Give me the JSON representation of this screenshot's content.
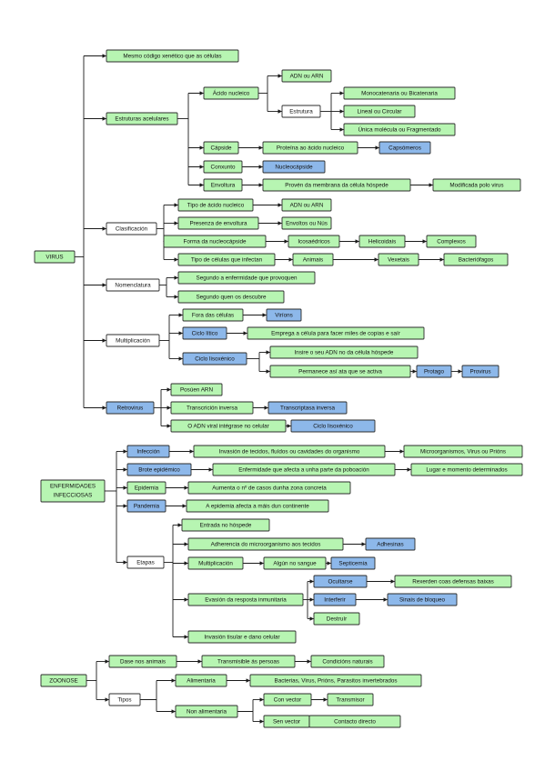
{
  "colors": {
    "green": "#b7f5b2",
    "blue": "#8db8ea",
    "white": "#ffffff",
    "line": "#1a1a1a",
    "border": "#2b2b2b"
  },
  "nodes": {
    "virus": "VIRUS",
    "mesmo_codigo": "Mesmo código xenético que as células",
    "estruturas": "Estruturas acelulares",
    "acido_nucleico": "Ácido nucleico",
    "adn_arn_1": "ADN ou ARN",
    "estrutura": "Estrutura",
    "monocatenaria": "Monocatenaria ou Bicatenaria",
    "lineal": "Lineal ou Circular",
    "unica_molecula": "Única molécula ou Fragmentado",
    "capsida": "Cápside",
    "proteina": "Proteína ao ácido nucleico",
    "capsomeros": "Capsómeros",
    "conxunto": "Conxunto",
    "nucleocapside": "Nucleocápside",
    "envoltura": "Envoltura",
    "proven_membrana": "Provén da membrana da célula hóspede",
    "modificada": "Modificada polo virus",
    "clasificacion": "Clasificación",
    "tipo_acido": "Tipo de ácido nucleico",
    "adn_arn_2": "ADN ou ARN",
    "presenza": "Presenza de envoltura",
    "envoltos": "Envoltos ou Nús",
    "forma": "Forma da nucleocápside",
    "icosaedricos": "Icosaédricos",
    "helicoidais": "Helicoidais",
    "complexos": "Complexos",
    "tipo_celulas": "Tipo de células que infectan",
    "animais": "Animais",
    "vexetais": "Vexetais",
    "bacteriofagos": "Bacteriófagos",
    "nomenclatura": "Nomenclatura",
    "segundo_enfermidade": "Segundo a enfermidade que provoquen",
    "segundo_descubren": "Segundo quen os descubre",
    "multiplicacion": "Multiplicación",
    "fora_celulas": "Fora das células",
    "virions": "Viríons",
    "ciclo_litico": "Ciclo lítico",
    "emprega_celula": "Emprega a célula para facer miles de copias e saír",
    "ciclo_lisoxenico": "Ciclo lisoxénico",
    "insire_adn": "Insire o seu ADN no da célula hóspede",
    "permanece": "Permanece así ata que se activa",
    "protago": "Protago",
    "provirus": "Provirus",
    "retrovirus": "Retrovirus",
    "posuen_arn": "Posúen ARN",
    "transcricion": "Transcrición inversa",
    "transcriptasa": "Transcriptasa inversa",
    "adn_viral": "O ADN viral intégrase no celular",
    "ciclo_lisoxenico_2": "Ciclo lisoxénico",
    "enfermidades_1": "ENFERMIDADES",
    "enfermidades_2": "INFECCIOSAS",
    "infeccion": "Infección",
    "invasion_tecidos": "Invasión de tecidos, fluídos ou cavidades do organismo",
    "microorganismos": "Microorganismos, Virus ou Prións",
    "brote": "Brote epidémico",
    "enfermidade_afecta": "Enfermidade que afecta a unha parte da poboación",
    "lugar_momento": "Lugar e momento determinados",
    "epidemia": "Epidemia",
    "aumenta": "Aumenta o nº de casos dunha zona concreta",
    "pandemia": "Pandemia",
    "epidemia_afecta": "A epidemia afecta a máis dun continente",
    "etapas": "Etapas",
    "entrada": "Entrada no hóspede",
    "adherencia": "Adherencia do microorganismo aos tecidos",
    "adhesinas": "Adhesinas",
    "multiplicacion_2": "Multiplicación",
    "algun_sangue": "Algún no sangue",
    "septicemia": "Septicemia",
    "evasion": "Evasión da resposta inmunitaria",
    "ocultarse": "Ocultarse",
    "rexerden": "Rexerden coas defensas baixas",
    "interferir": "Interferir",
    "sinais_bloqueo": "Sinais de bloqueo",
    "destruir": "Destruír",
    "invasion_tisular": "Invasión tisular e dano celular",
    "zoonose": "ZOONOSE",
    "dase_animais": "Dase nos animais",
    "transmisible": "Transmisible ás persoas",
    "condicions": "Condicións naturais",
    "tipos": "Tipos",
    "alimentaria": "Alimentaria",
    "bacterias": "Bacterias, Virus, Prións, Parasitos invertebrados",
    "non_alimentaria": "Non alimentaria",
    "con_vector": "Con vector",
    "transmisor": "Transmisor",
    "sen_vector": "Sen vector",
    "contacto": "Contacto directo"
  }
}
